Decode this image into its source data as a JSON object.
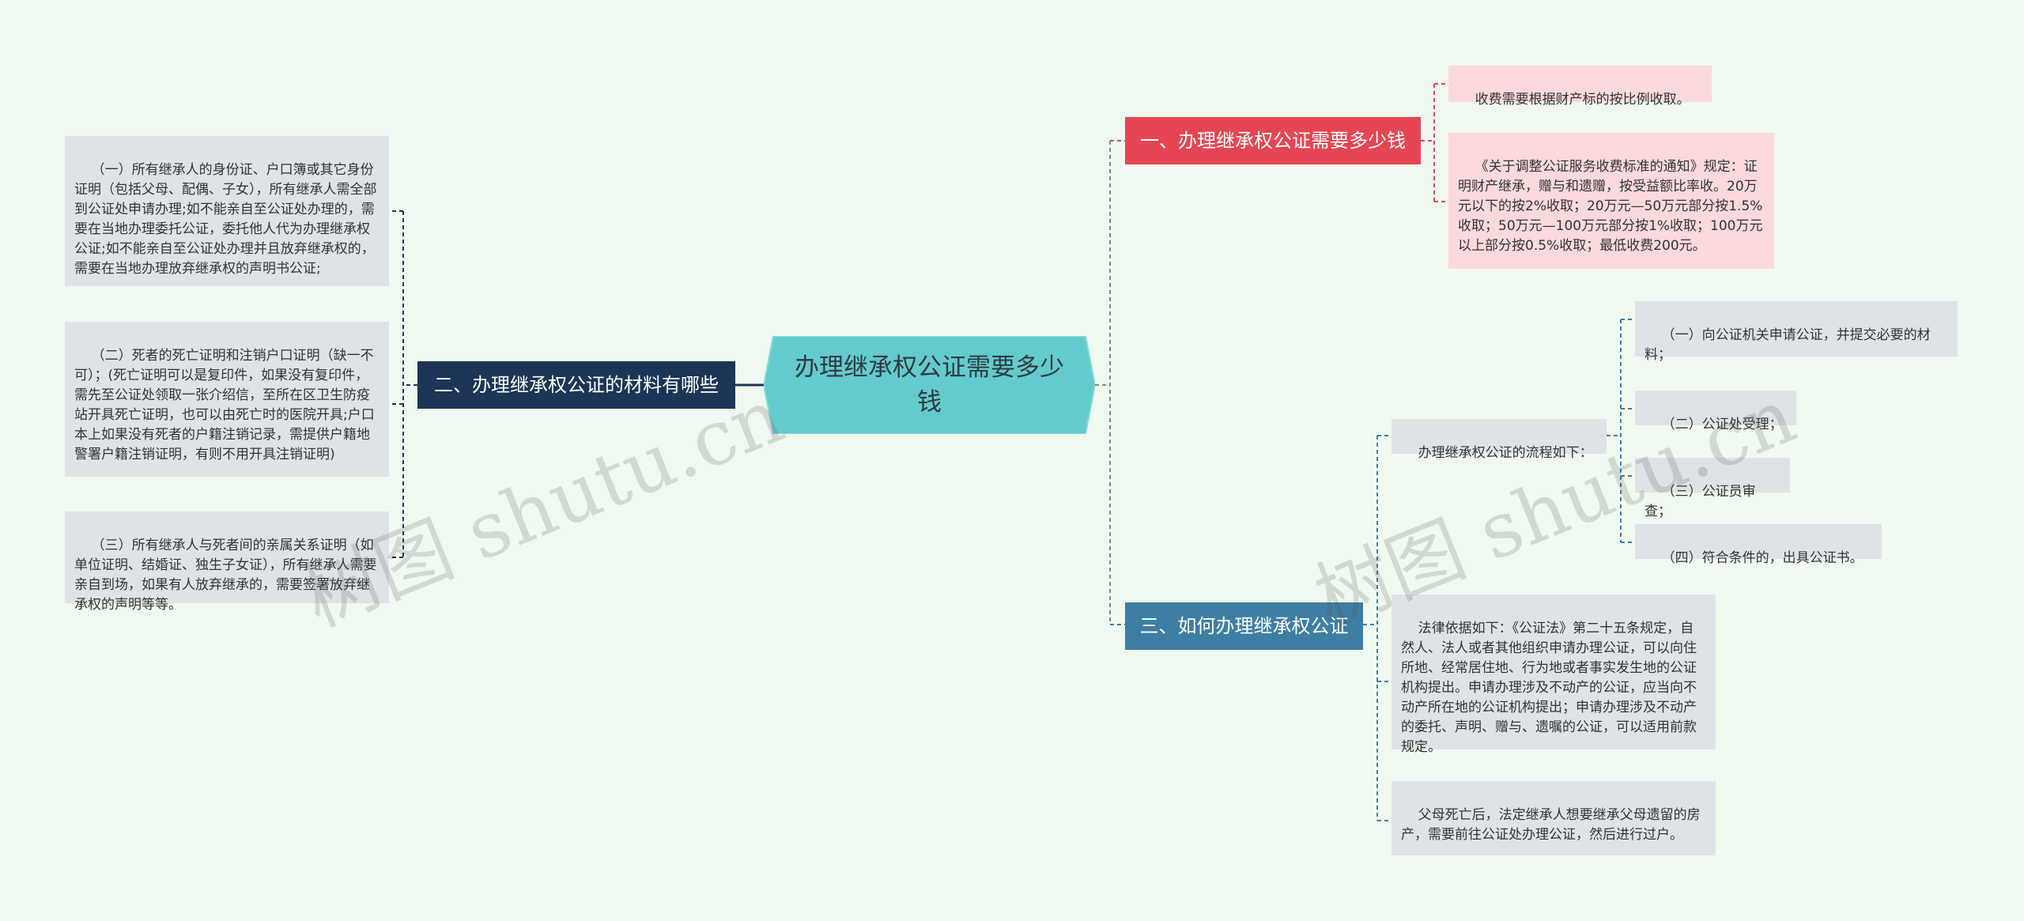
{
  "root": {
    "title": "办理继承权公证需要多少钱"
  },
  "branches": [
    {
      "label": "一、办理继承权公证需要多少钱",
      "color": "#e64553",
      "children": [
        "收费需要根据财产标的按比例收取。",
        "《关于调整公证服务收费标准的通知》规定：证明财产继承，赠与和遗赠，按受益额比率收。20万元以下的按2%收取；20万元—50万元部分按1.5%收取；50万元—100万元部分按1%收取；100万元以上部分按0.5%收取；最低收费200元。"
      ]
    },
    {
      "label": "二、办理继承权公证的材料有哪些",
      "color": "#1d3556",
      "children": [
        "（一）所有继承人的身份证、户口簿或其它身份证明（包括父母、配偶、子女），所有继承人需全部到公证处申请办理;如不能亲自至公证处办理的，需要在当地办理委托公证，委托他人代为办理继承权公证;如不能亲自至公证处办理并且放弃继承权的，需要在当地办理放弃继承权的声明书公证;",
        "（二）死者的死亡证明和注销户口证明（缺一不可）；(死亡证明可以是复印件，如果没有复印件，需先至公证处领取一张介绍信，至所在区卫生防疫站开具死亡证明，也可以由死亡时的医院开具;户口本上如果没有死者的户籍注销记录，需提供户籍地警署户籍注销证明，有则不用开具注销证明)",
        "（三）所有继承人与死者间的亲属关系证明（如单位证明、结婚证、独生子女证），所有继承人需要亲自到场，如果有人放弃继承的，需要签署放弃继承权的声明等等。"
      ]
    },
    {
      "label": "三、如何办理继承权公证",
      "color": "#3f7ea3",
      "children": [
        "办理继承权公证的流程如下：",
        "法律依据如下：《公证法》第二十五条规定，自然人、法人或者其他组织申请办理公证，可以向住所地、经常居住地、行为地或者事实发生地的公证机构提出。申请办理涉及不动产的公证，应当向不动产所在地的公证机构提出；申请办理涉及不动产的委托、声明、赠与、遗嘱的公证，可以适用前款规定。",
        "父母死亡后，法定继承人想要继承父母遗留的房产，需要前往公证处办理公证，然后进行过户。"
      ],
      "steps": [
        "（一）向公证机关申请公证，并提交必要的材料；",
        "（二）公证处受理；",
        "（三）公证员审查；",
        "（四）符合条件的，出具公证书。"
      ]
    }
  ],
  "colors": {
    "root_fill": "#63cbcd",
    "root_stroke": "#8ad9da",
    "background": "#f0f9ef",
    "leaf_gray": "#dfe3e8",
    "leaf_pink": "#fbd9dd"
  },
  "watermark": "树图 shutu.cn"
}
